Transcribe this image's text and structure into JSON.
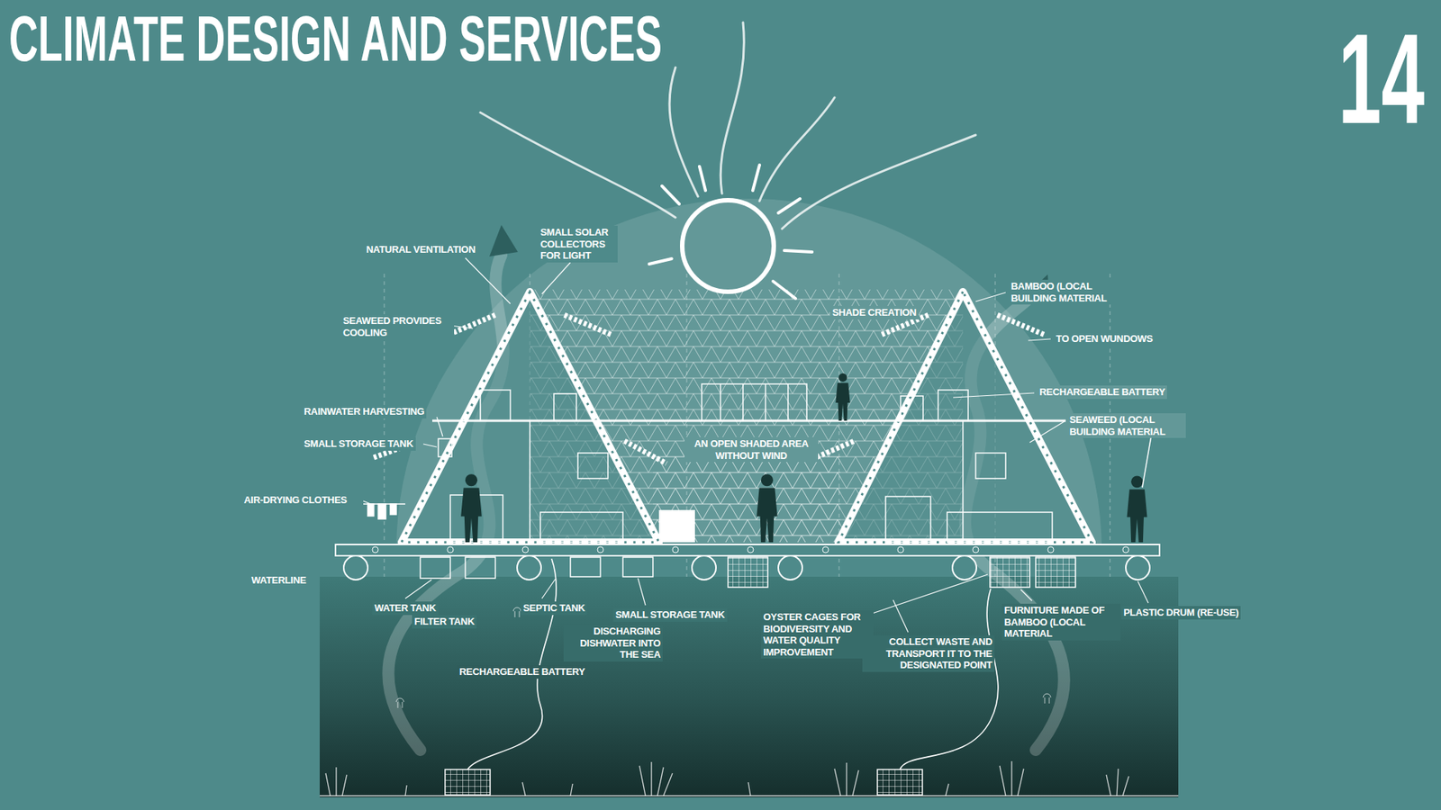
{
  "diagram": {
    "title": "CLIMATE DESIGN AND SERVICES",
    "labels": [
      "NATURAL VENTILATION",
      "SMALL SOLAR COLLECTORS FOR LIGHT",
      "SEAWEED PROVIDES COOLING",
      "SHADE CREATION",
      "BAMBOO (LOCAL BUILDING MATERIAL",
      "TO OPEN WUNDOWS",
      "RAINWATER HARVESTING",
      "RECHARGEABLE BATTERY",
      "SEAWEED (LOCAL BUILDING MATERIAL",
      "SMALL STORAGE TANK",
      "AN OPEN SHADED AREA WITHOUT WIND",
      "AIR-DRYING CLOTHES",
      "WATERLINE",
      "WATER TANK",
      "FILTER TANK",
      "SEPTIC TANK",
      "SMALL STORAGE TANK",
      "DISCHARGING DISHWATER INTO THE SEA",
      "OYSTER CAGES FOR BIODIVERSITY AND WATER QUALITY IMPROVEMENT",
      "COLLECT WASTE AND TRANSPORT IT TO THE DESIGNATED POINT",
      "FURNITURE MADE OF BAMBOO (LOCAL MATERIAL",
      "PLASTIC DRUM (RE-USE)",
      "RECHARGEABLE BATTERY",
      "14"
    ]
  }
}
